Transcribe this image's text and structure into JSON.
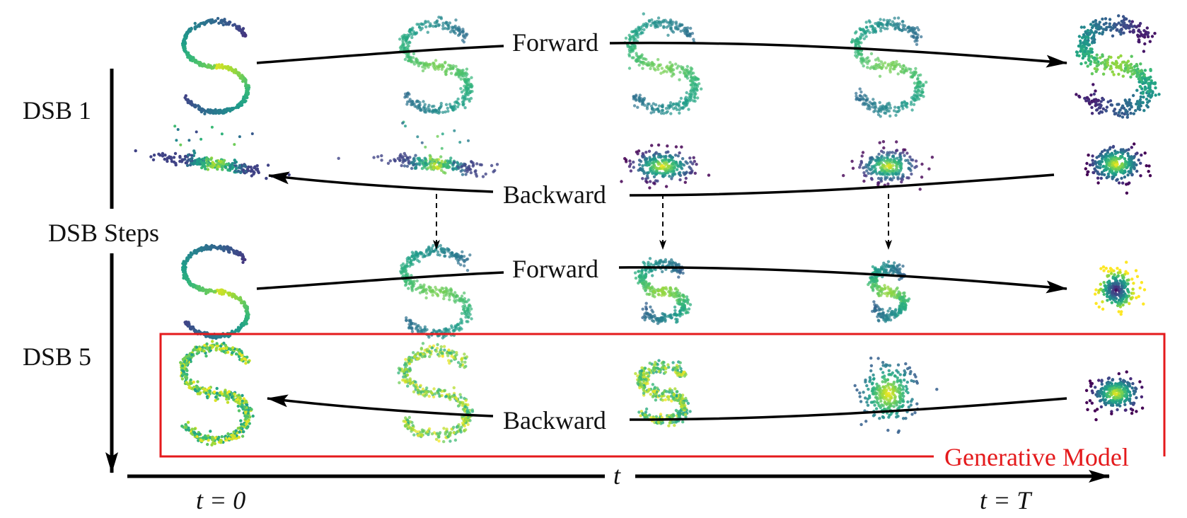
{
  "labels": {
    "dsb1": "DSB 1",
    "dsb_steps": "DSB Steps",
    "dsb5": "DSB 5",
    "forward": "Forward",
    "backward": "Backward",
    "t_axis": "t",
    "t_zero": "t = 0",
    "t_end": "t = T",
    "generative_model": "Generative Model"
  },
  "colors": {
    "arrow": "#000000",
    "highlight_box": "#e41a1c",
    "viridis_start": "#440154",
    "viridis_mid": "#21918c",
    "viridis_end": "#fde725"
  },
  "rows": [
    {
      "id": "dsb1-forward",
      "pattern": [
        "s-viridis-thin",
        "s-noisy-faded",
        "s-noisy-faded",
        "s-noisy-faded",
        "s-blob-dark"
      ]
    },
    {
      "id": "dsb1-backward",
      "pattern": [
        "collapsed-streak",
        "collapsed-streak",
        "gaussian-small",
        "gaussian-small",
        "gaussian-small"
      ]
    },
    {
      "id": "dsb5-forward",
      "pattern": [
        "s-viridis-thin",
        "s-noisy-faded",
        "s-squeezed",
        "s-squeezed-narrow",
        "gaussian-small"
      ]
    },
    {
      "id": "dsb5-backward",
      "pattern": [
        "s-generated",
        "s-generated-faded",
        "s-squeezed-yellow",
        "gaussian-yellow",
        "gaussian-small"
      ]
    }
  ]
}
